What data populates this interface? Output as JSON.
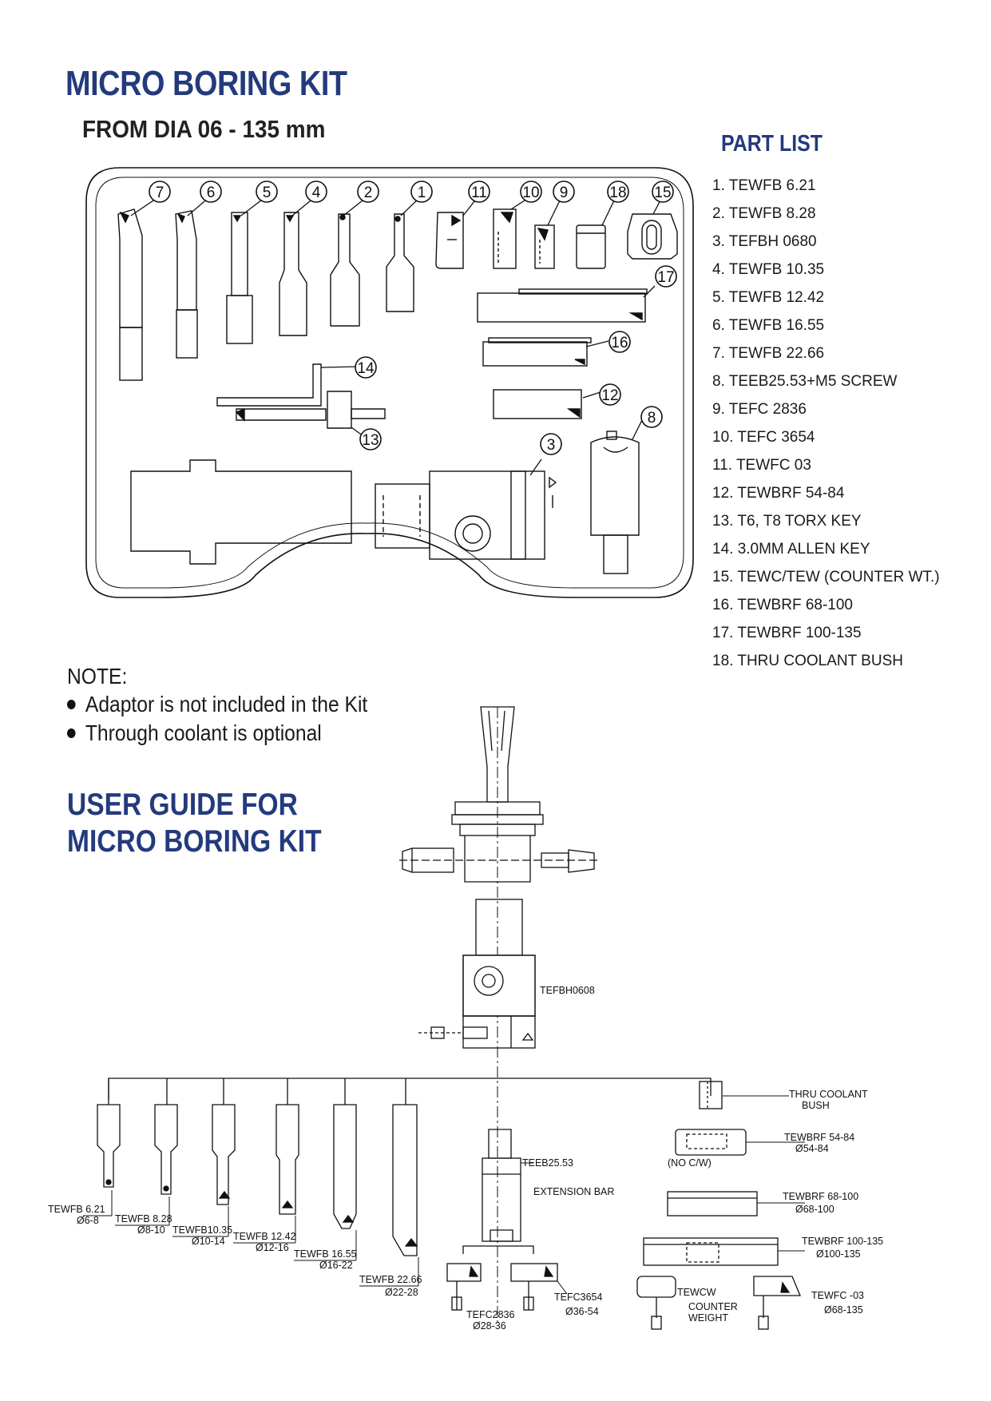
{
  "header": {
    "title": "MICRO BORING KIT",
    "subtitle": "FROM DIA 06 - 135 mm"
  },
  "part_list": {
    "title": "PART LIST",
    "items": [
      "1. TEWFB 6.21",
      "2. TEWFB 8.28",
      "3. TEFBH 0680",
      "4. TEWFB 10.35",
      "5. TEWFB 12.42",
      "6. TEWFB 16.55",
      "7. TEWFB 22.66",
      "8. TEEB25.53+M5 SCREW",
      "9. TEFC 2836",
      "10. TEFC 3654",
      "11. TEWFC 03",
      "12. TEWBRF 54-84",
      "13. T6, T8 TORX KEY",
      "14. 3.0MM ALLEN KEY",
      "15. TEWC/TEW (COUNTER WT.)",
      "16. TEWBRF 68-100",
      "17. TEWBRF 100-135",
      "18. THRU COOLANT BUSH"
    ]
  },
  "kit_callouts": [
    "7",
    "6",
    "5",
    "4",
    "2",
    "1",
    "11",
    "10",
    "9",
    "18",
    "15",
    "17",
    "16",
    "14",
    "12",
    "8",
    "13",
    "3"
  ],
  "note": {
    "title": "NOTE:",
    "items": [
      "Adaptor is not included in the Kit",
      "Through coolant is optional"
    ]
  },
  "guide": {
    "line1": "USER GUIDE FOR",
    "line2": "MICRO BORING KIT"
  },
  "diagram_labels": {
    "tefbh": "TEFBH0608",
    "coolant_bush_1": "THRU COOLANT",
    "coolant_bush_2": "BUSH",
    "tewbrf54": "TEWBRF 54-84",
    "tewbrf54_d": "Ø54-84",
    "no_cw": "(NO C/W)",
    "tewbrf68": "TEWBRF 68-100",
    "tewbrf68_d": "Ø68-100",
    "tewbrf100": "TEWBRF 100-135",
    "tewbrf100_d": "Ø100-135",
    "teeb": "TEEB25.53",
    "ext_bar": "EXTENSION BAR",
    "tefc3654": "TEFC3654",
    "tefc3654_d": "Ø36-54",
    "tefc2836": "TEFC2836",
    "tefc2836_d": "Ø28-36",
    "tewcw": "TEWCW",
    "counter1": "COUNTER",
    "counter2": "WEIGHT",
    "tewfc": "TEWFC -03",
    "tewfc_d": "Ø68-135",
    "b1": "TEWFB 6.21",
    "b1_d": "Ø6-8",
    "b2": "TEWFB 8.28",
    "b2_d": "Ø8-10",
    "b3": "TEWFB10.35",
    "b3_d": "Ø10-14",
    "b4": "TEWFB 12.42",
    "b4_d": "Ø12-16",
    "b5": "TEWFB 16.55",
    "b5_d": "Ø16-22",
    "b6": "TEWFB 22.66",
    "b6_d": "Ø22-28"
  }
}
